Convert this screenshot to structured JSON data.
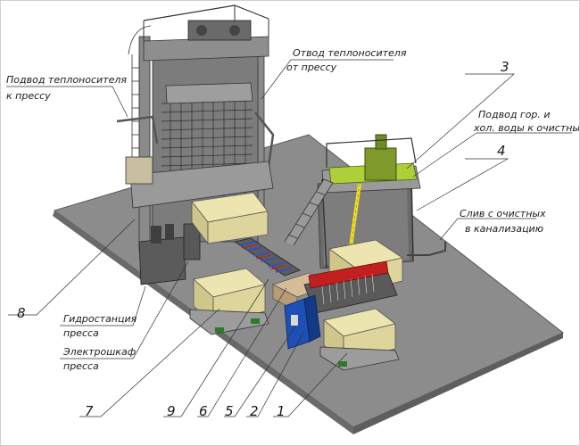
{
  "labels": {
    "supply_to_press": [
      "Подвод теплоносителя",
      "к прессу"
    ],
    "return_from_press": [
      "Отвод теплоносителя",
      "от прессу"
    ],
    "water_to_cleaners": [
      "Подвод гор. и",
      "хол. воды к очистным"
    ],
    "drain_to_sewer": [
      "Слив с очистных",
      "в канализацию"
    ],
    "hydro_station": [
      "Гидростанция",
      "пресса"
    ],
    "control_cabinet": [
      "Электрошкаф",
      "пресса"
    ]
  },
  "callouts": [
    "3",
    "4",
    "8",
    "7",
    "9",
    "6",
    "5",
    "2",
    "1"
  ],
  "colors": {
    "floor": "#8c8c8c",
    "floor_edge": "#5a5a5a",
    "frame": "#6e6e6e",
    "block": "#e2dba2",
    "block_dark": "#c9c082",
    "kraft": "#c9ae8a",
    "pallet_green": "#2f7a2a",
    "cutter_red": "#c22020",
    "cutter_blue": "#1e4fb5",
    "rail_yellow": "#f2de1f",
    "rail_blue": "#2a4fd0",
    "platform_green": "#aecf3a",
    "leader": "#333333"
  }
}
